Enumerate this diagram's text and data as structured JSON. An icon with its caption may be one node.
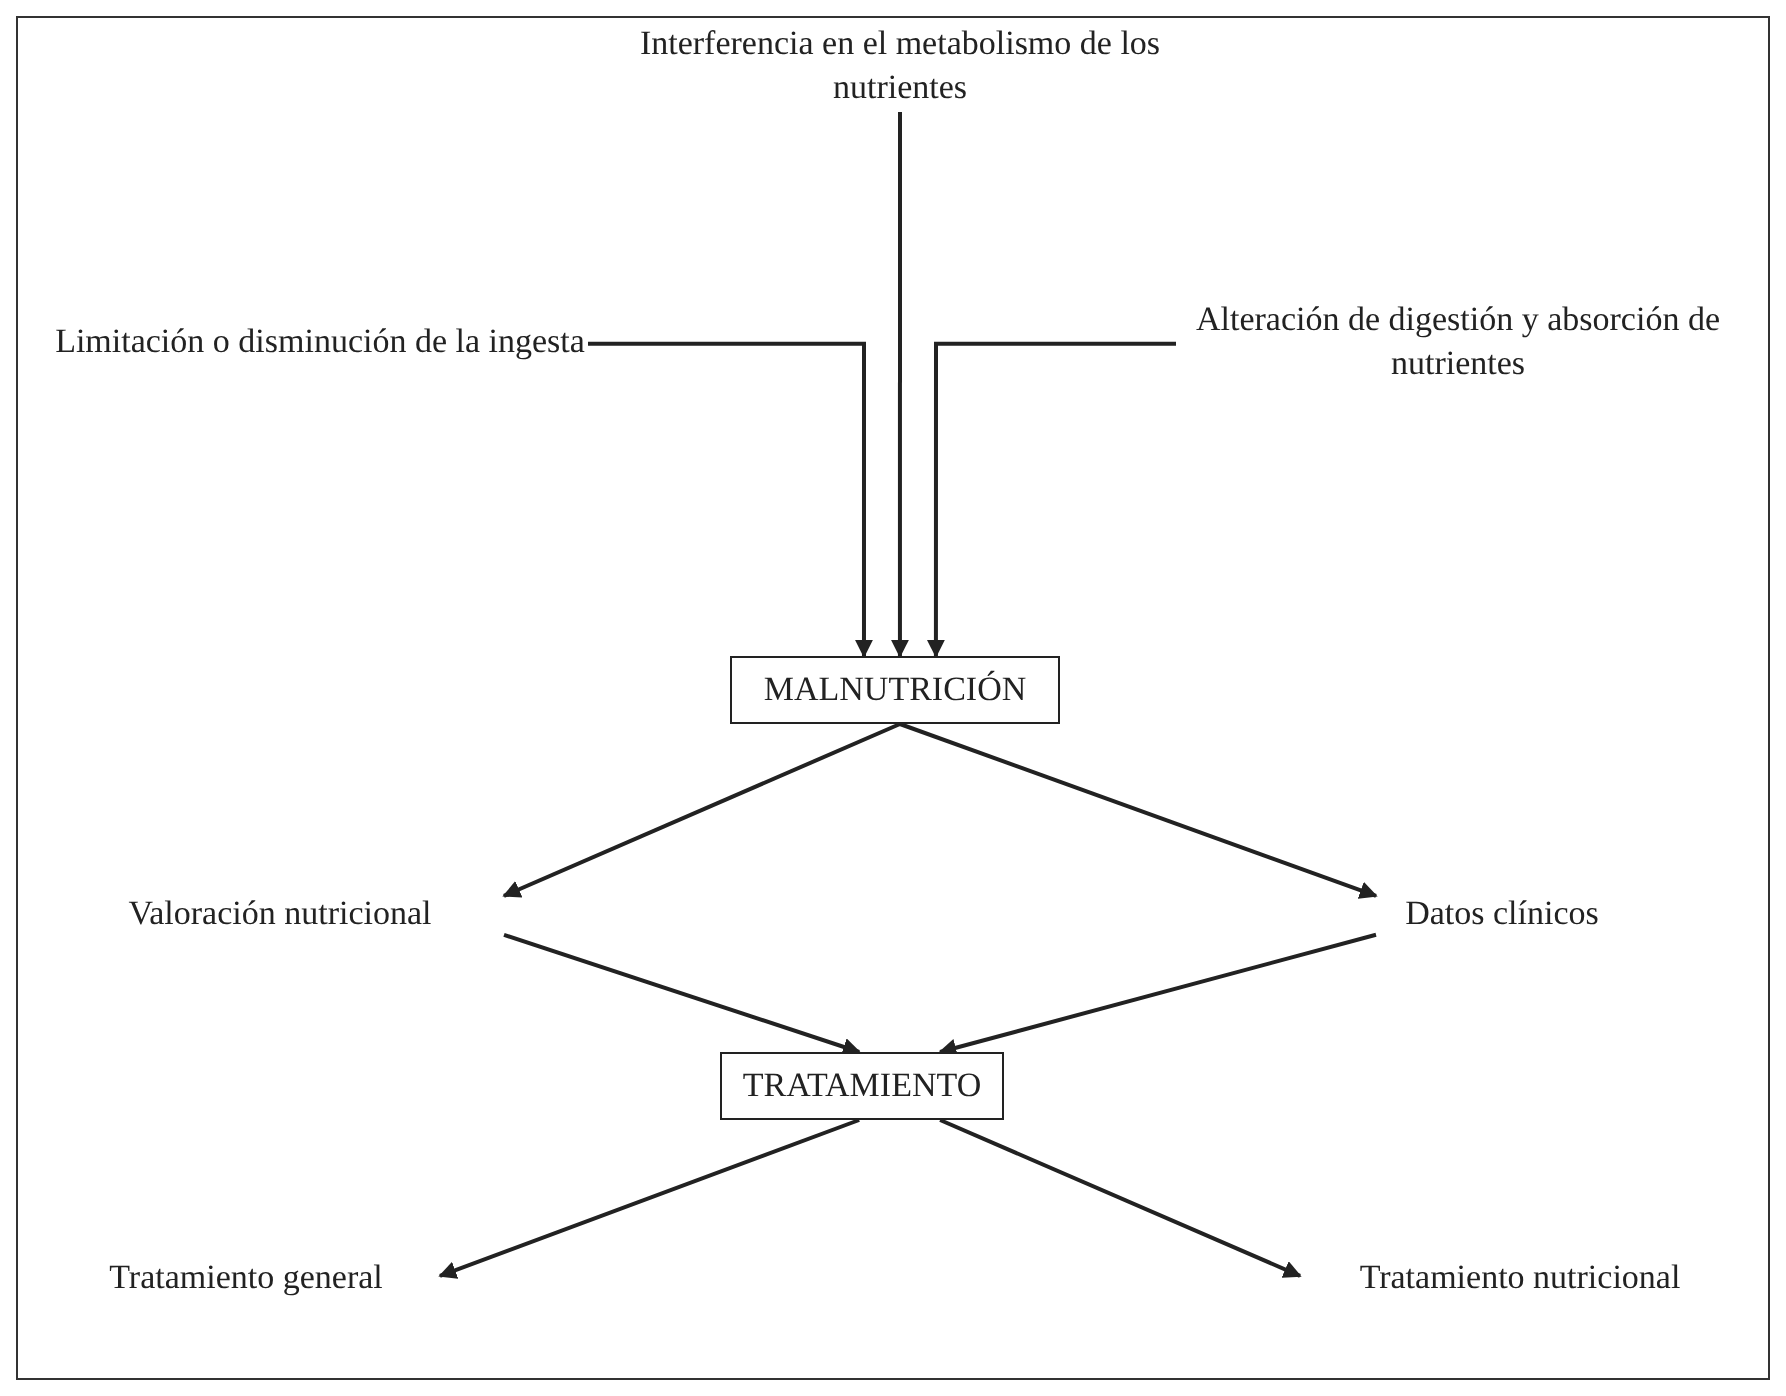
{
  "diagram": {
    "nodes": [
      {
        "text": [
          "Interferencia en el metabolismo de los nutrientes"
        ]
      },
      {
        "text": [
          "Limitación o disminución de la ingesta"
        ]
      },
      {
        "text": [
          "Alteración de digestión y absorción de nutrientes"
        ]
      },
      {
        "text": [
          "MALNUTRICIÓN"
        ]
      },
      {
        "text": [
          "Valoración nutricional"
        ]
      },
      {
        "text": [
          "Datos clínicos"
        ]
      },
      {
        "text": [
          "TRATAMIENTO"
        ]
      },
      {
        "text": [
          "Tratamiento general"
        ]
      },
      {
        "text": [
          "Tratamiento nutricional"
        ]
      }
    ],
    "edges": [
      {
        "from": 0,
        "to": 3,
        "arrow": "to"
      },
      {
        "from": 1,
        "to": 3,
        "arrow": "to"
      },
      {
        "from": 2,
        "to": 3,
        "arrow": "to"
      },
      {
        "from": 3,
        "to": 4,
        "arrow": "to"
      },
      {
        "from": 3,
        "to": 5,
        "arrow": "to"
      },
      {
        "from": 4,
        "to": 6,
        "arrow": "to"
      },
      {
        "from": 5,
        "to": 6,
        "arrow": "to"
      },
      {
        "from": 6,
        "to": 7,
        "arrow": "to"
      },
      {
        "from": 6,
        "to": 8,
        "arrow": "to"
      }
    ]
  }
}
